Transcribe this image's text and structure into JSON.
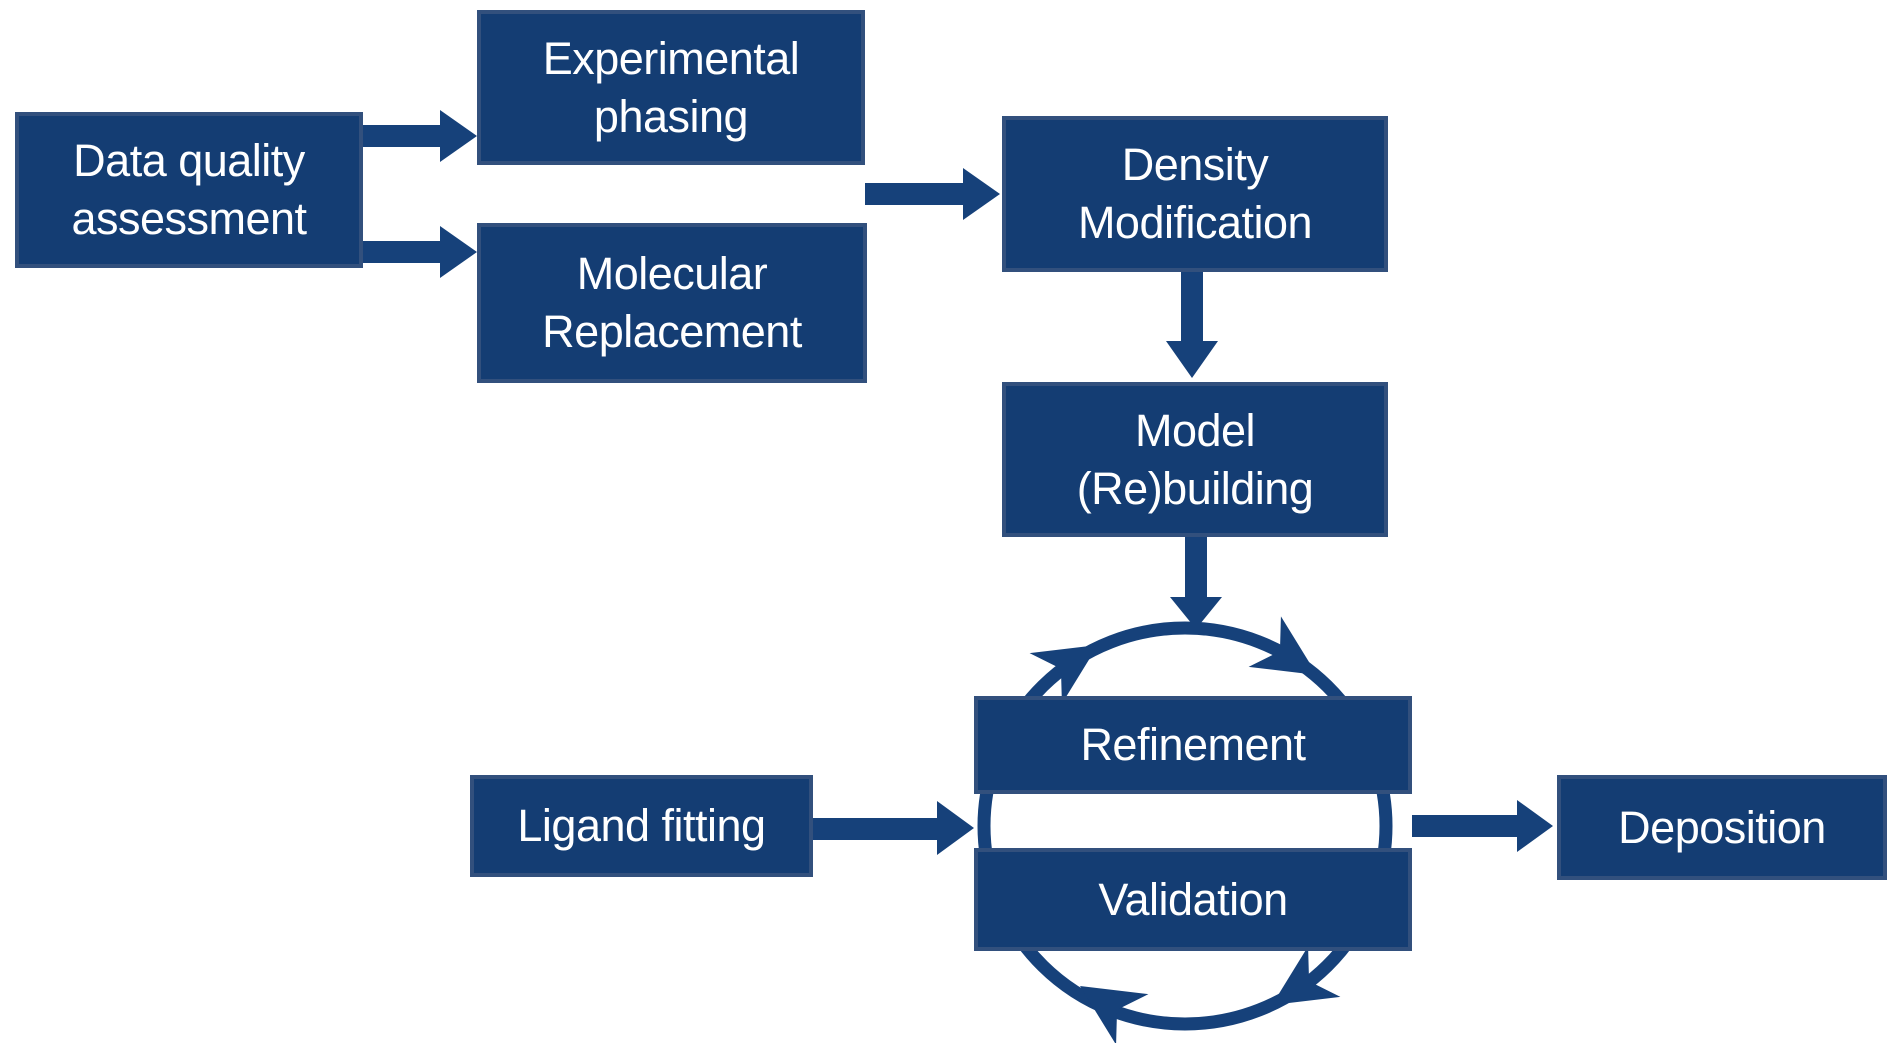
{
  "diagram": {
    "background": "#ffffff",
    "colors": {
      "background": "#ffffff",
      "box_fill": "#143d73",
      "box_border": "#32507d",
      "arrow": "#16417a",
      "text": "#ffffff"
    },
    "nodes": {
      "data_quality_assessment": {
        "label": "Data quality\nassessment"
      },
      "experimental_phasing": {
        "label": "Experimental\nphasing"
      },
      "molecular_replacement": {
        "label": "Molecular\nReplacement"
      },
      "density_modification": {
        "label": "Density\nModification"
      },
      "model_rebuilding": {
        "label": "Model\n(Re)building"
      },
      "refinement": {
        "label": "Refinement"
      },
      "validation": {
        "label": "Validation"
      },
      "ligand_fitting": {
        "label": "Ligand fitting"
      },
      "deposition": {
        "label": "Deposition"
      }
    },
    "edges": [
      {
        "from": "data_quality_assessment",
        "to": "experimental_phasing"
      },
      {
        "from": "data_quality_assessment",
        "to": "molecular_replacement"
      },
      {
        "from": "experimental_phasing / molecular_replacement",
        "to": "density_modification"
      },
      {
        "from": "density_modification",
        "to": "model_rebuilding"
      },
      {
        "from": "model_rebuilding",
        "to": "refinement_validation_cycle"
      },
      {
        "from": "ligand_fitting",
        "to": "refinement_validation_cycle"
      },
      {
        "from": "refinement_validation_cycle",
        "to": "deposition"
      }
    ],
    "cycle": {
      "name": "refinement_validation_cycle",
      "between": [
        "refinement",
        "validation"
      ],
      "direction": "clockwise",
      "arrowhead_count": 4
    }
  }
}
